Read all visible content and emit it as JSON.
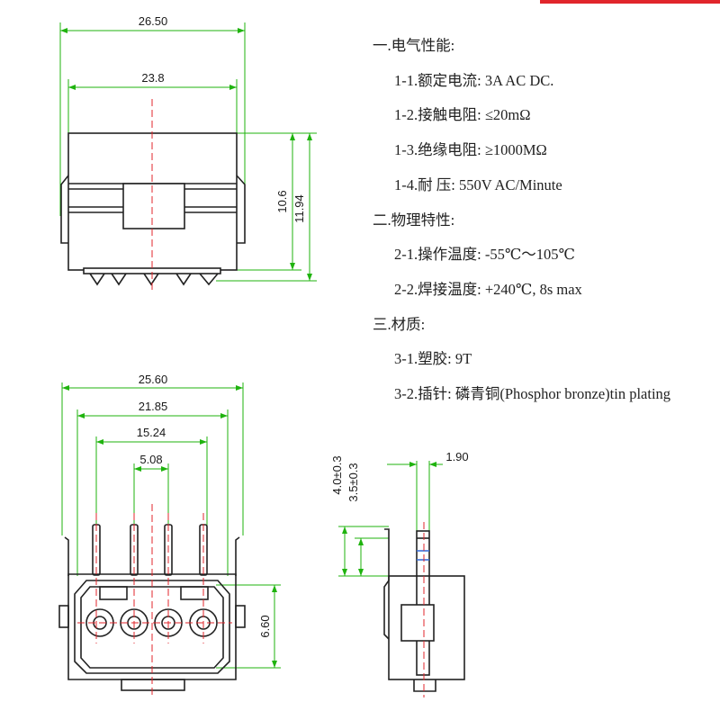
{
  "colors": {
    "outline": "#222222",
    "dimension": "#1fb30e",
    "centerline": "#e1252b",
    "background": "#ffffff"
  },
  "dimensions": {
    "top_view": {
      "width_outer": "26.50",
      "width_inner": "23.8",
      "height_body": "10.6",
      "height_total": "11.94"
    },
    "front_view": {
      "width_outer": "25.60",
      "width_mid": "21.85",
      "pin_span": "15.24",
      "pin_pitch": "5.08",
      "height_housing": "6.60"
    },
    "side_view": {
      "pin_height_a": "4.0±0.3",
      "pin_height_b": "3.5±0.3",
      "pin_thickness": "1.90"
    }
  },
  "specs": [
    {
      "text": "一.电气性能:",
      "kind": "section"
    },
    {
      "text": "1-1.额定电流: 3A AC DC.",
      "kind": "item"
    },
    {
      "text": "1-2.接触电阻: ≤20mΩ",
      "kind": "item"
    },
    {
      "text": "1-3.绝缘电阻: ≥1000MΩ",
      "kind": "item"
    },
    {
      "text": "1-4.耐    压: 550V AC/Minute",
      "kind": "item"
    },
    {
      "text": "二.物理特性:",
      "kind": "section"
    },
    {
      "text": "2-1.操作温度: -55℃～105℃",
      "kind": "item"
    },
    {
      "text": "2-2.焊接温度: +240℃, 8s max",
      "kind": "item"
    },
    {
      "text": "三.材质:",
      "kind": "section"
    },
    {
      "text": "3-1.塑胶:  9T",
      "kind": "item"
    },
    {
      "text": "3-2.插针: 磷青铜(Phosphor bronze)tin plating",
      "kind": "item"
    }
  ]
}
